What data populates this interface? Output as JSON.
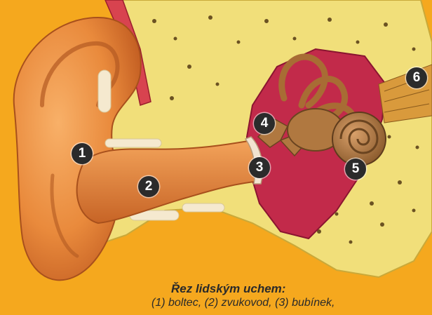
{
  "colors": {
    "background": "#f5a81e",
    "bone": "#f1df7a",
    "skin": "#e98a3c",
    "canal": "#d9763a",
    "cavity": "#c22a4a",
    "ossicles": "#b07840",
    "marker": "#2b2b2b"
  },
  "markers": [
    "1",
    "2",
    "3",
    "4",
    "5",
    "6"
  ],
  "caption": {
    "title": "Řez lidským uchem:",
    "text": "(1) boltec, (2) zvukovod, (3) bubínek,"
  }
}
